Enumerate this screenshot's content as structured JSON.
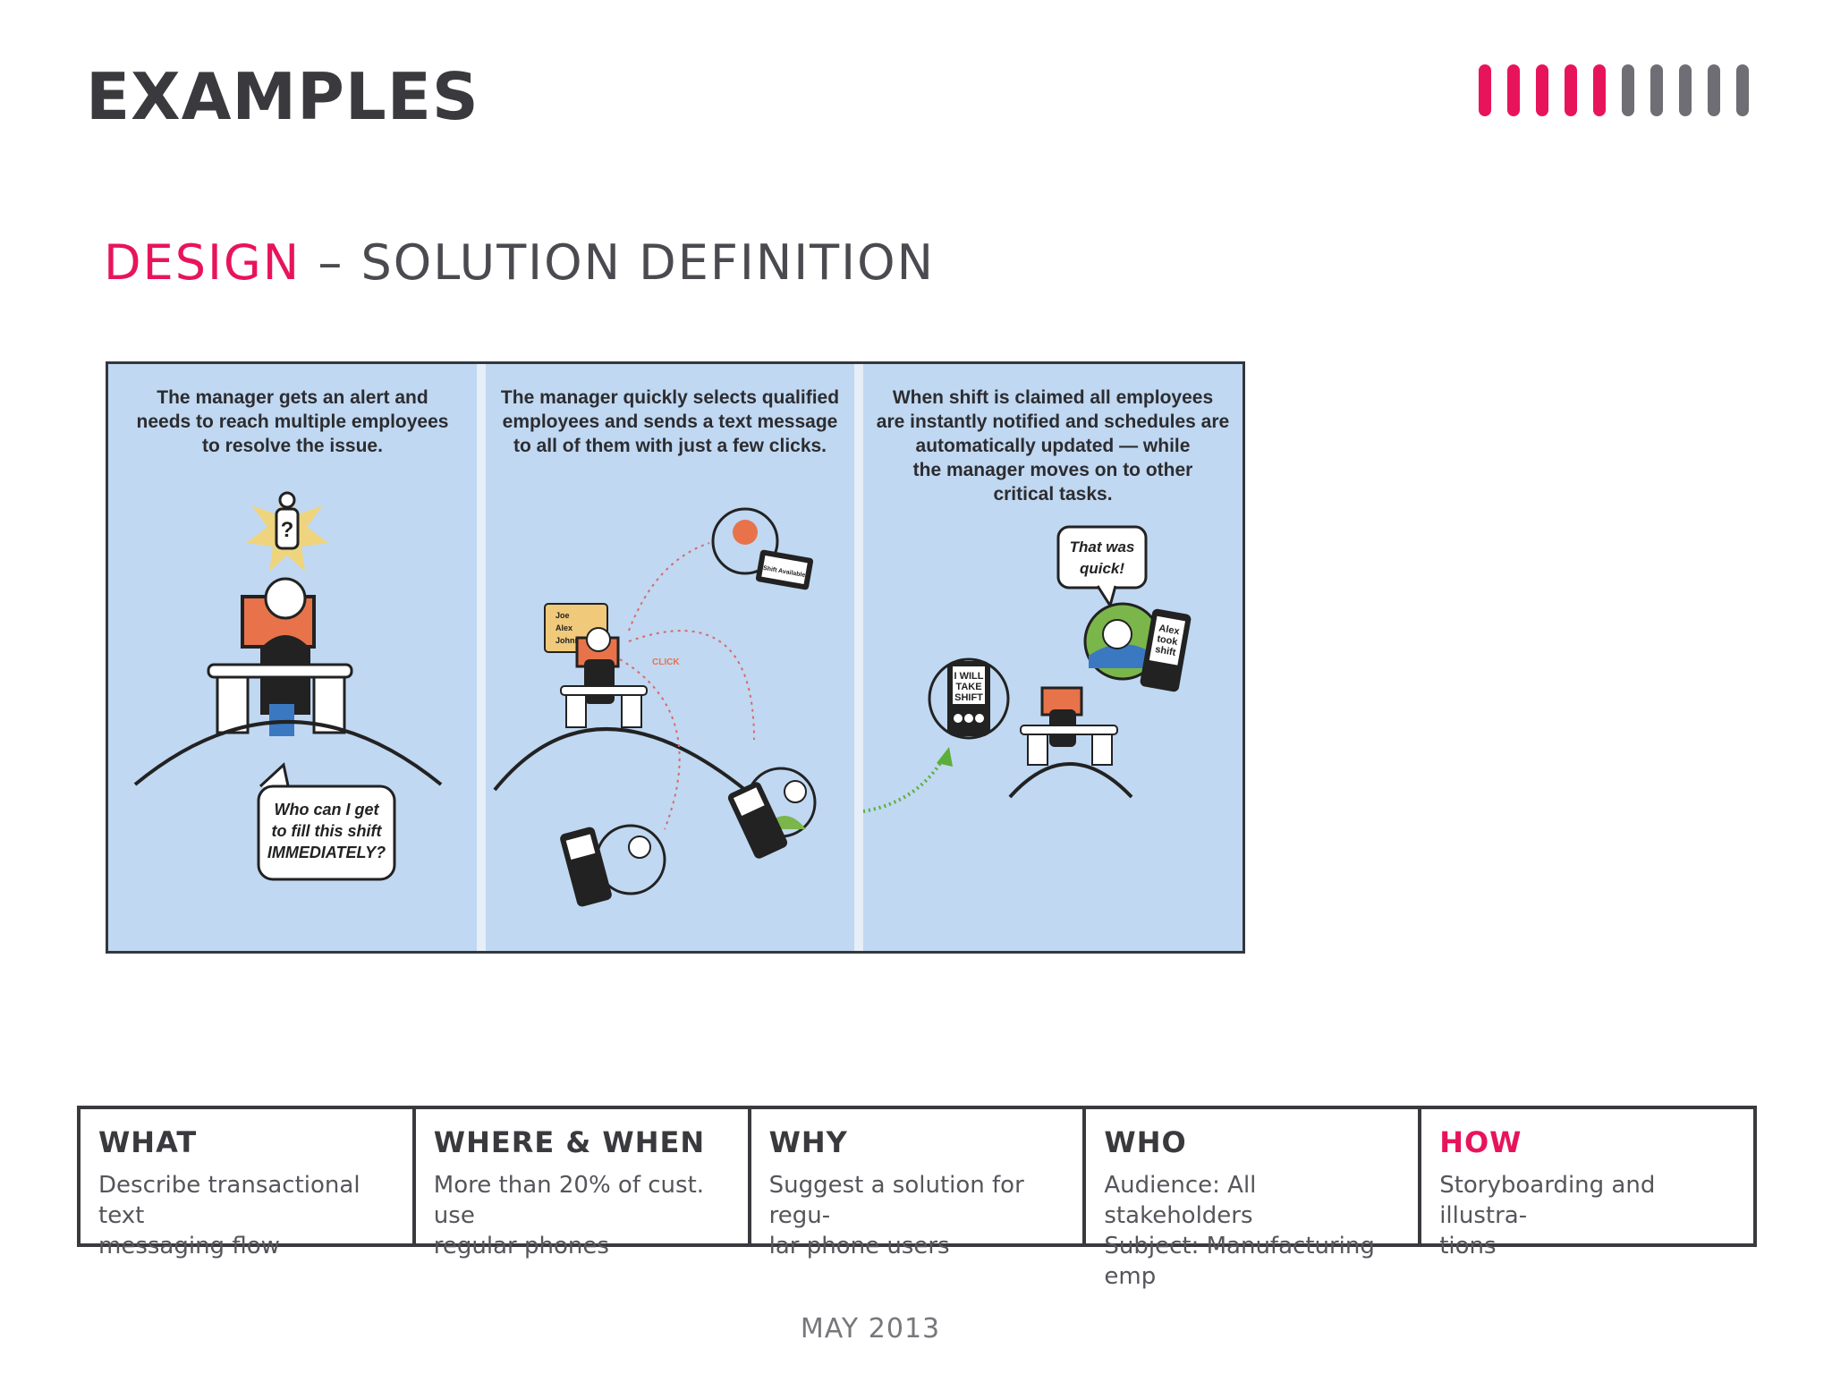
{
  "slide": {
    "title": "EXAMPLES",
    "date": "MAY 2013"
  },
  "progress": {
    "total": 10,
    "filled": 5,
    "active_color": "#e8145b",
    "inactive_color": "#6e6e74"
  },
  "subtitle": {
    "accent": "DESIGN",
    "rest": " – SOLUTION DEFINITION"
  },
  "storyboard": {
    "panels": [
      {
        "caption": "The manager gets an alert and\nneeds to reach multiple employees\nto resolve the issue.",
        "bubble_lines": [
          "Who can I get",
          "to fill this shift",
          "IMMEDIATELY?"
        ]
      },
      {
        "caption": "The manager quickly selects qualified\nemployees and sends a text message\nto all of them with just a few clicks.",
        "note_lines": [
          "Joe",
          "Alex",
          "Johnny"
        ],
        "click_label": "CLICK",
        "phone_label": "Shift Available"
      },
      {
        "caption": "When shift is claimed all employees\nare instantly notified and schedules are\nautomatically updated — while\nthe manager moves on to other\ncritical tasks.",
        "bubble_lines": [
          "That was",
          "quick!"
        ],
        "phone_reply_lines": [
          "I WILL",
          "TAKE",
          "SHIFT"
        ],
        "phone_notice_lines": [
          "Alex",
          "took",
          "shift"
        ]
      }
    ]
  },
  "info": [
    {
      "head": "WHAT",
      "body": "Describe transactional text\nmessaging flow",
      "accent": false
    },
    {
      "head": "WHERE & WHEN",
      "body": "More than 20% of cust. use\nregular phones",
      "accent": false
    },
    {
      "head": "WHY",
      "body": "Suggest a solution for regu-\nlar phone users",
      "accent": false
    },
    {
      "head": "WHO",
      "body": "Audience: All stakeholders\nSubject: Manufacturing emp",
      "accent": false
    },
    {
      "head": "HOW",
      "body": "Storyboarding and illustra-\ntions",
      "accent": true
    }
  ]
}
